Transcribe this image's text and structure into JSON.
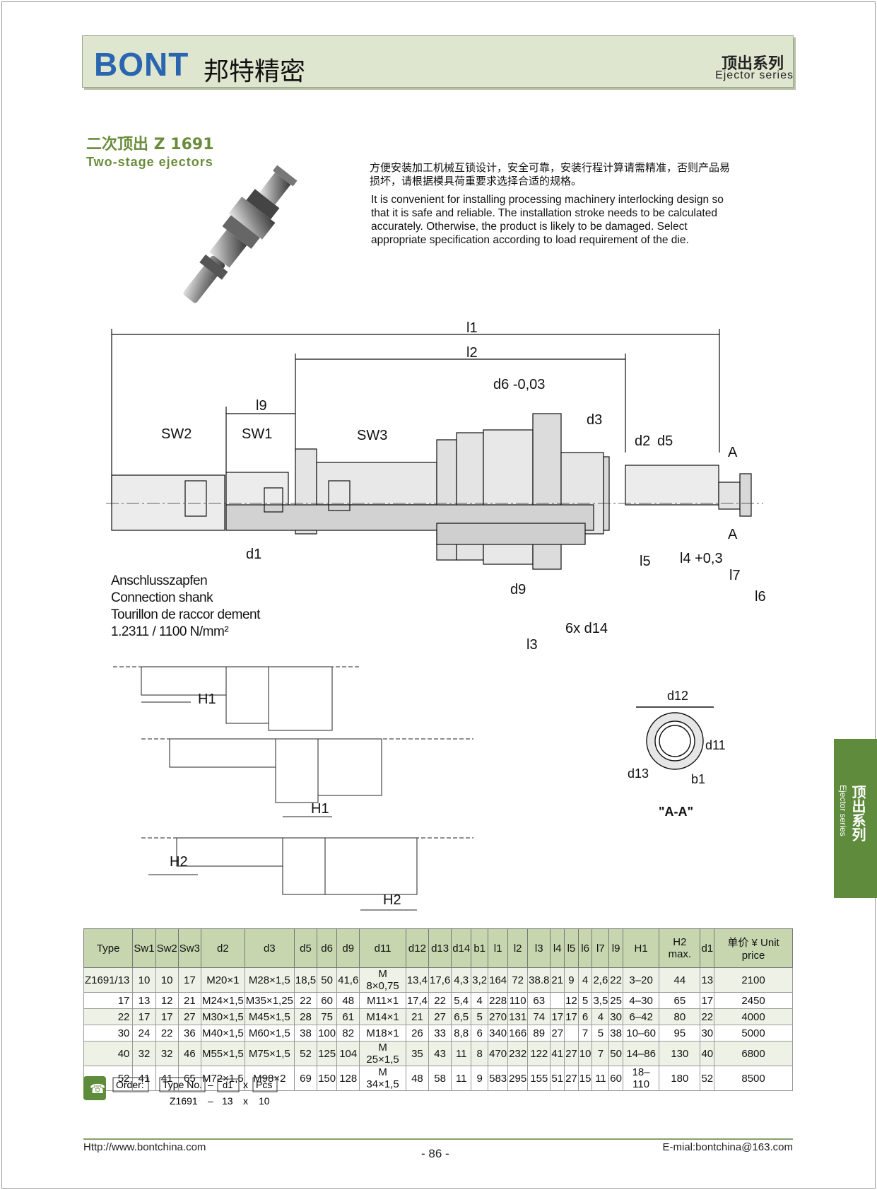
{
  "header": {
    "logo": "BONT",
    "brand_cn": "邦特精密",
    "series_cn": "顶出系列",
    "series_en": "Ejector series"
  },
  "product": {
    "title_cn": "二次顶出  Z 1691",
    "title_en": "Two-stage ejectors",
    "desc_cn": "方便安装加工机械互锁设计，安全可靠，安装行程计算请需精准，否则产品易损坏，请根据模具荷重要求选择合适的规格。",
    "desc_en": "It is convenient for installing processing machinery interlocking design so that it is safe and reliable. The installation stroke needs to be calculated accurately. Otherwise, the product is likely to be damaged. Select appropriate specification according to load requirement of the die."
  },
  "drawing": {
    "l1": "l1",
    "l2": "l2",
    "l3": "l3",
    "l4": "l4 +0,3",
    "l5": "l5",
    "l6": "l6",
    "l7": "l7",
    "l9": "l9",
    "sw1": "SW1",
    "sw2": "SW2",
    "sw3": "SW3",
    "d1": "d1",
    "d2": "d2",
    "d3": "d3",
    "d5": "d5",
    "d6": "d6 -0,03",
    "d9": "d9",
    "d14": "6x d14",
    "a": "A",
    "note": [
      "Anschlusszapfen",
      "Connection   shank",
      "Tourillon  de raccor dement",
      "1.2311  / 1100 N/mm²"
    ],
    "h1": "H1",
    "h2": "H2",
    "section_title": "\"A-A\"",
    "d11": "d11",
    "d12": "d12",
    "d13": "d13",
    "b1": "b1"
  },
  "sidetab": {
    "cn": "顶出系列",
    "en": "Ejector series"
  },
  "table": {
    "headers": [
      "Type",
      "Sw1",
      "Sw2",
      "Sw3",
      "d2",
      "d3",
      "d5",
      "d6",
      "d9",
      "d11",
      "d12",
      "d13",
      "d14",
      "b1",
      "l1",
      "l2",
      "l3",
      "l4",
      "l5",
      "l6",
      "l7",
      "l9",
      "H1",
      "H2 max.",
      "d1",
      "单价 ¥ Unit price"
    ],
    "rows": [
      [
        "Z1691/13",
        "10",
        "10",
        "17",
        "M20×1",
        "M28×1,5",
        "18,5",
        "50",
        "41,6",
        "M 8×0,75",
        "13,4",
        "17,6",
        "4,3",
        "3,2",
        "164",
        "72",
        "38.8",
        "21",
        "9",
        "4",
        "2,6",
        "22",
        "3–20",
        "44",
        "13",
        "2100"
      ],
      [
        "17",
        "13",
        "12",
        "21",
        "M24×1,5",
        "M35×1,25",
        "22",
        "60",
        "48",
        "M11×1",
        "17,4",
        "22",
        "5,4",
        "4",
        "228",
        "110",
        "63",
        "",
        "12",
        "5",
        "3,5",
        "25",
        "4–30",
        "65",
        "17",
        "2450"
      ],
      [
        "22",
        "17",
        "17",
        "27",
        "M30×1,5",
        "M45×1,5",
        "28",
        "75",
        "61",
        "M14×1",
        "21",
        "27",
        "6,5",
        "5",
        "270",
        "131",
        "74",
        "17",
        "17",
        "6",
        "4",
        "30",
        "6–42",
        "80",
        "22",
        "4000"
      ],
      [
        "30",
        "24",
        "22",
        "36",
        "M40×1,5",
        "M60×1,5",
        "38",
        "100",
        "82",
        "M18×1",
        "26",
        "33",
        "8,8",
        "6",
        "340",
        "166",
        "89",
        "27",
        "",
        "7",
        "5",
        "38",
        "10–60",
        "95",
        "30",
        "5000"
      ],
      [
        "40",
        "32",
        "32",
        "46",
        "M55×1,5",
        "M75×1,5",
        "52",
        "125",
        "104",
        "M 25×1,5",
        "35",
        "43",
        "11",
        "8",
        "470",
        "232",
        "122",
        "41",
        "27",
        "10",
        "7",
        "50",
        "14–86",
        "130",
        "40",
        "6800"
      ],
      [
        "52",
        "41",
        "41",
        "65",
        "M72×1,5",
        "M98×2",
        "69",
        "150",
        "128",
        "M 34×1,5",
        "48",
        "58",
        "11",
        "9",
        "583",
        "295",
        "155",
        "51",
        "27",
        "15",
        "11",
        "60",
        "18–110",
        "180",
        "52",
        "8500"
      ]
    ]
  },
  "order": {
    "label": "Order:",
    "type_no": "Type No.",
    "d1": "d1",
    "pcs": "Pcs",
    "ex_type": "Z1691",
    "ex_d1": "13",
    "ex_pcs": "10"
  },
  "footer": {
    "url": "Http://www.bontchina.com",
    "page": "- 86 -",
    "email": "E-mial:bontchina@163.com"
  },
  "colors": {
    "header_bg": "#dfe6cf",
    "accent_green": "#6a8c3a",
    "tab_green": "#5e8b3c",
    "table_head": "#c8d6b0",
    "logo_blue": "#2a66b0"
  }
}
